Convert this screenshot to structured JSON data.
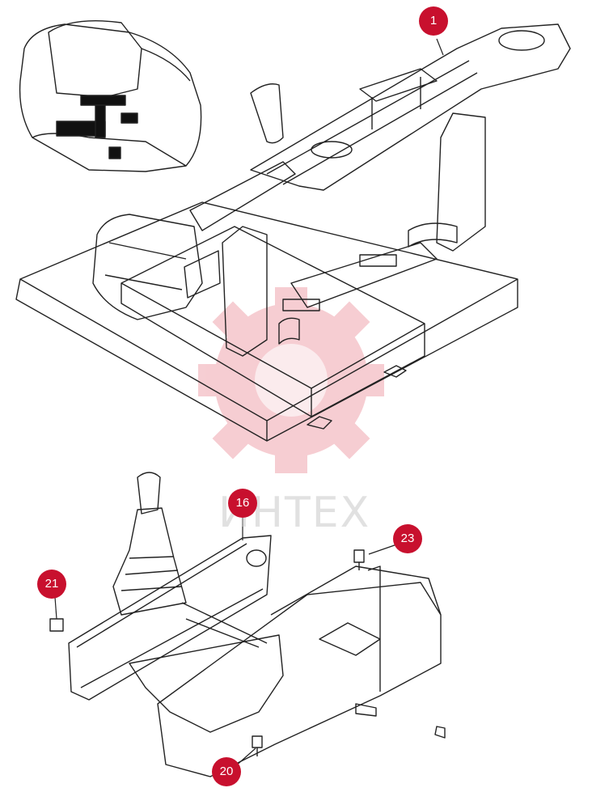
{
  "watermark": {
    "text": "ИНТЕХ"
  },
  "callouts": [
    {
      "id": "1",
      "label": "1"
    },
    {
      "id": "16",
      "label": "16"
    },
    {
      "id": "21",
      "label": "21"
    },
    {
      "id": "23",
      "label": "23"
    },
    {
      "id": "20",
      "label": "20"
    }
  ],
  "colors": {
    "callout": "#c8102e",
    "watermark": "#e05060",
    "line": "#222222"
  }
}
